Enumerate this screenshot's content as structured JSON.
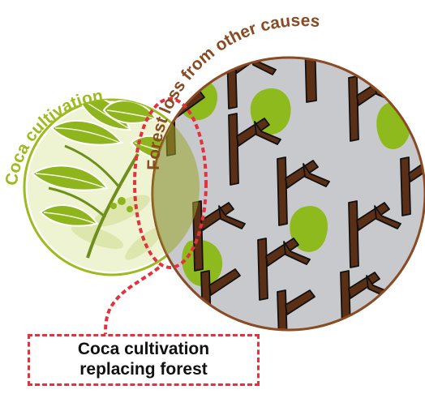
{
  "labels": {
    "coca_title": "Coca cultivation",
    "forest_title": "Forest loss from other causes",
    "callout_line1": "Coca cultivation",
    "callout_line2": "replacing forest"
  },
  "colors": {
    "coca_green": "#9cbb1c",
    "forest_brown": "#8a4a22",
    "trunk_brown": "#5b2f16",
    "forest_bg": "#c8c9cc",
    "leaf_green": "#8fba1d",
    "overlap_fill": "#9aa62a",
    "highlight_red": "#e2323f"
  },
  "icons": {
    "coca_plant": "coca-leaf-icon",
    "tree_stump": "cut-tree-stump-icon",
    "tree_canopy": "tree-canopy-icon"
  }
}
